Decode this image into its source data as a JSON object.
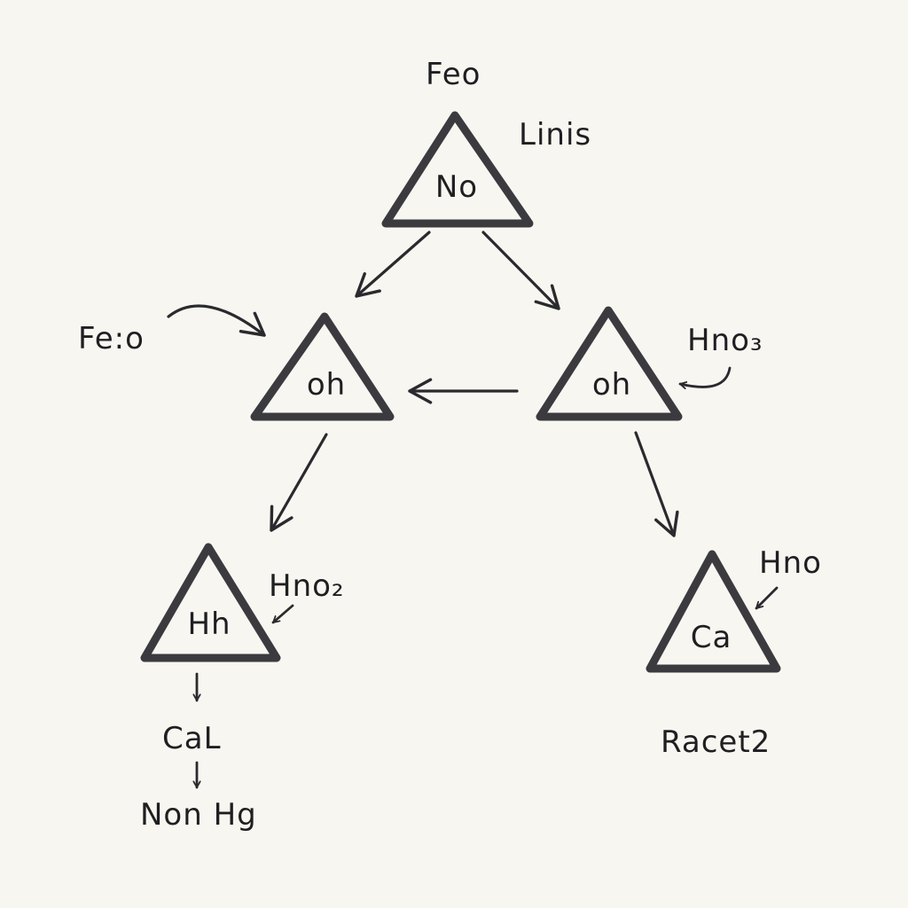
{
  "labels": {
    "top_title": "Feo",
    "top_side": "Linis",
    "left_side": "Fe:o",
    "right_side": "Hno₃",
    "bottom_left_side": "Hno₂",
    "bottom_right_side": "Hno",
    "bottom_left_step1": "CaL",
    "bottom_left_step2": "Non Hg",
    "bottom_right_caption": "Racet2"
  },
  "nodes": {
    "top": "No",
    "mid_left": "oh",
    "mid_right": "oh",
    "bottom_left": "Hh",
    "bottom_right": "Ca"
  }
}
